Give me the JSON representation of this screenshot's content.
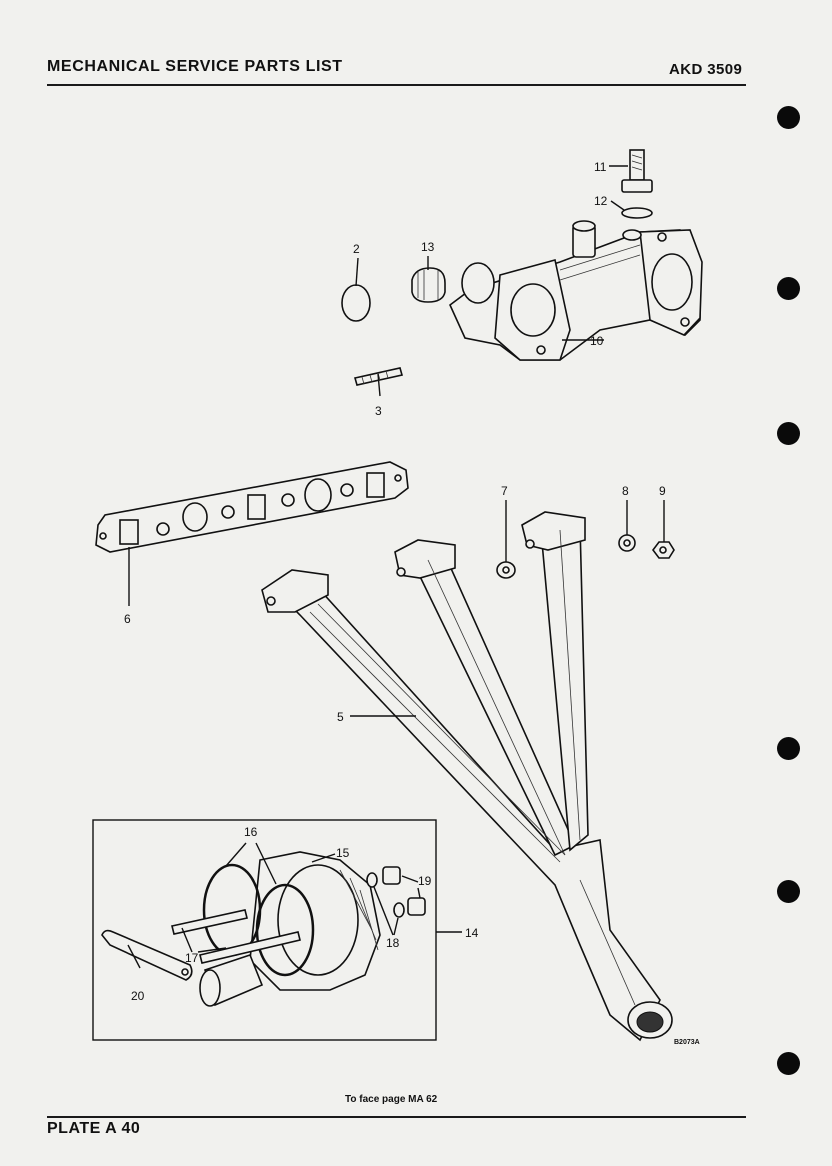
{
  "header": {
    "title": "MECHANICAL SERVICE PARTS LIST",
    "code": "AKD 3509"
  },
  "callouts": {
    "c2": "2",
    "c3": "3",
    "c5": "5",
    "c6": "6",
    "c7": "7",
    "c8": "8",
    "c9": "9",
    "c10": "10",
    "c11": "11",
    "c12": "12",
    "c13": "13",
    "c14": "14",
    "c15": "15",
    "c16": "16",
    "c17": "17",
    "c18": "18",
    "c19": "19",
    "c20": "20"
  },
  "drawing_ref": "B2073A",
  "footer": {
    "note": "To face page MA 62",
    "plate": "PLATE A 40"
  }
}
